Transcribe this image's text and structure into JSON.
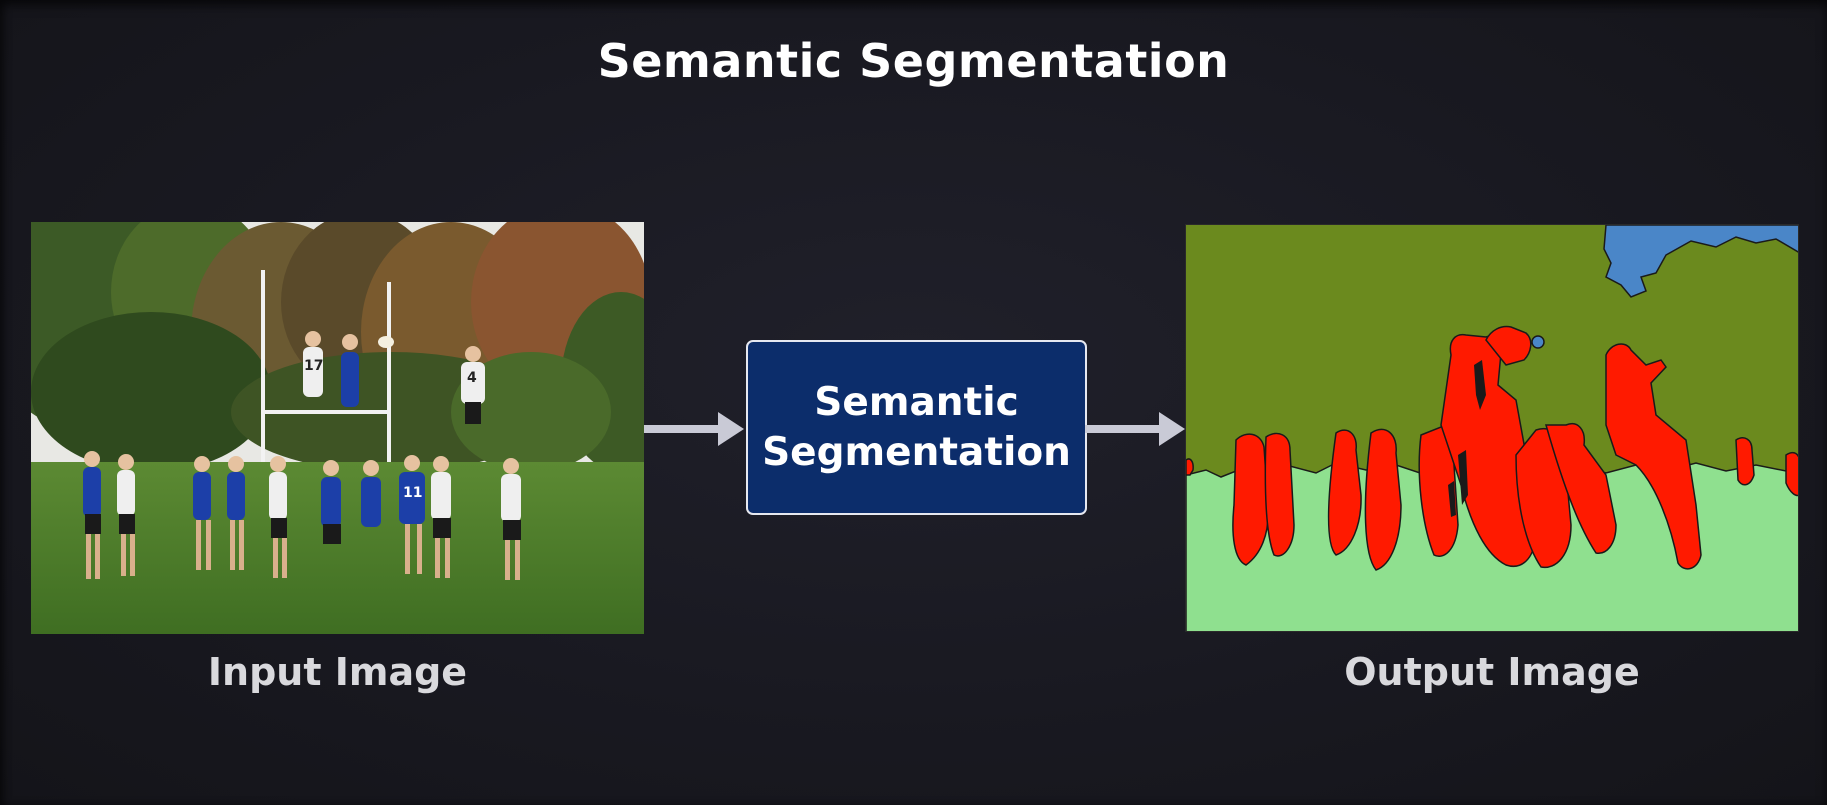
{
  "title": "Semantic Segmentation",
  "input": {
    "caption": "Input Image",
    "jersey_numbers": [
      "17",
      "4",
      "11"
    ]
  },
  "process": {
    "line1": "Semantic",
    "line2": "Segmentation"
  },
  "output": {
    "caption": "Output Image"
  },
  "colors": {
    "background": "#191921",
    "process_box": "#0c2d6b",
    "arrow": "#c9cad6",
    "segment_person": "#ff1a00",
    "segment_vegetation": "#6b8a1e",
    "segment_grass": "#8fe08f",
    "segment_sky": "#4a86c8",
    "segment_outline": "#1a1a1a"
  }
}
